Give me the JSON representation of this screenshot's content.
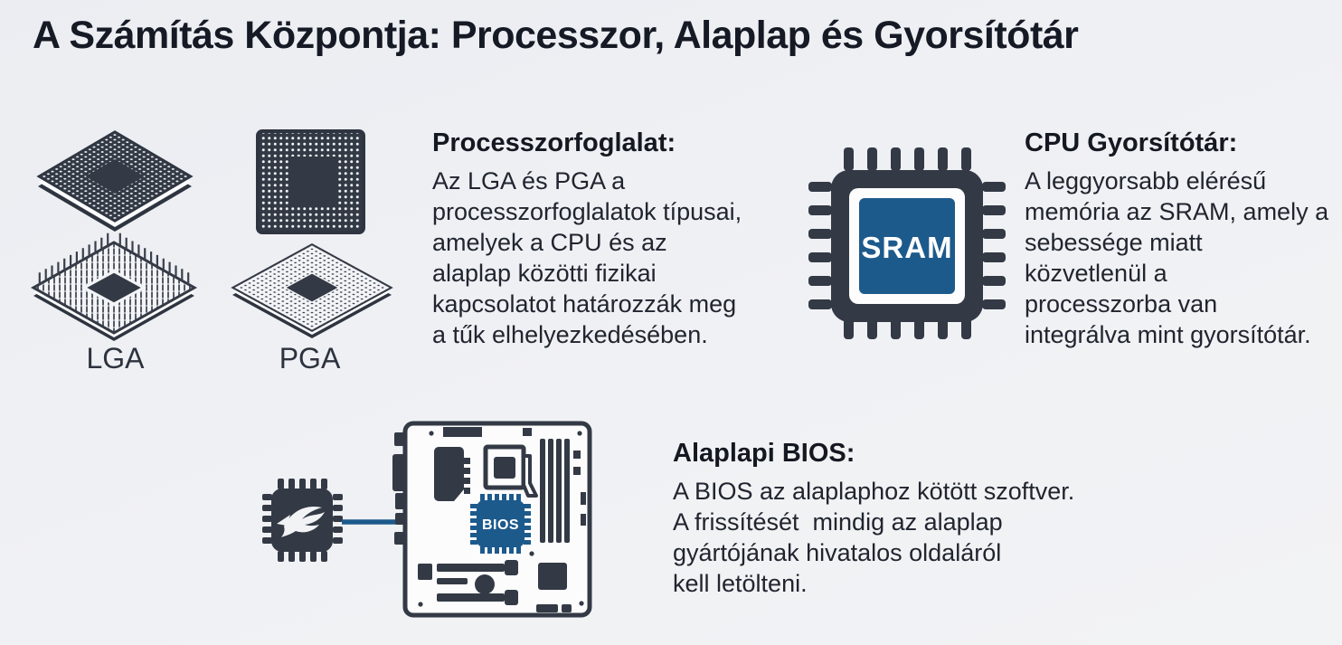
{
  "title": "A Számítás Központja: Processzor, Alaplap és Gyorsítótár",
  "colors": {
    "background": "#eef0f4",
    "dark_component": "#333a45",
    "accent_blue": "#1d5a8c",
    "text": "#1e232d"
  },
  "sockets": {
    "lga_label": "LGA",
    "pga_label": "PGA"
  },
  "sections": {
    "socket": {
      "heading": "Processzorfoglalat:",
      "lines": [
        "Az LGA és PGA a",
        "processzorfoglalatok típusai,",
        "amelyek a CPU és az",
        "alaplap közötti fizikai",
        "kapcsolatot határozzák meg",
        "a tűk elhelyezkedésében."
      ]
    },
    "cache": {
      "heading": "CPU Gyorsítótár:",
      "chip_label": "SRAM",
      "lines": [
        "A leggyorsabb elérésű",
        "memória az SRAM, amely a",
        "sebessége miatt",
        "közvetlenül a",
        "processzorba van",
        "integrálva mint gyorsítótár."
      ]
    },
    "bios": {
      "heading": "Alaplapi BIOS:",
      "chip_label": "BIOS",
      "lines": [
        "A BIOS az alaplaphoz kötött szoftver.",
        "A frissítését  mindig az alaplap",
        "gyártójának hivatalos oldaláról",
        "kell letölteni."
      ]
    }
  }
}
